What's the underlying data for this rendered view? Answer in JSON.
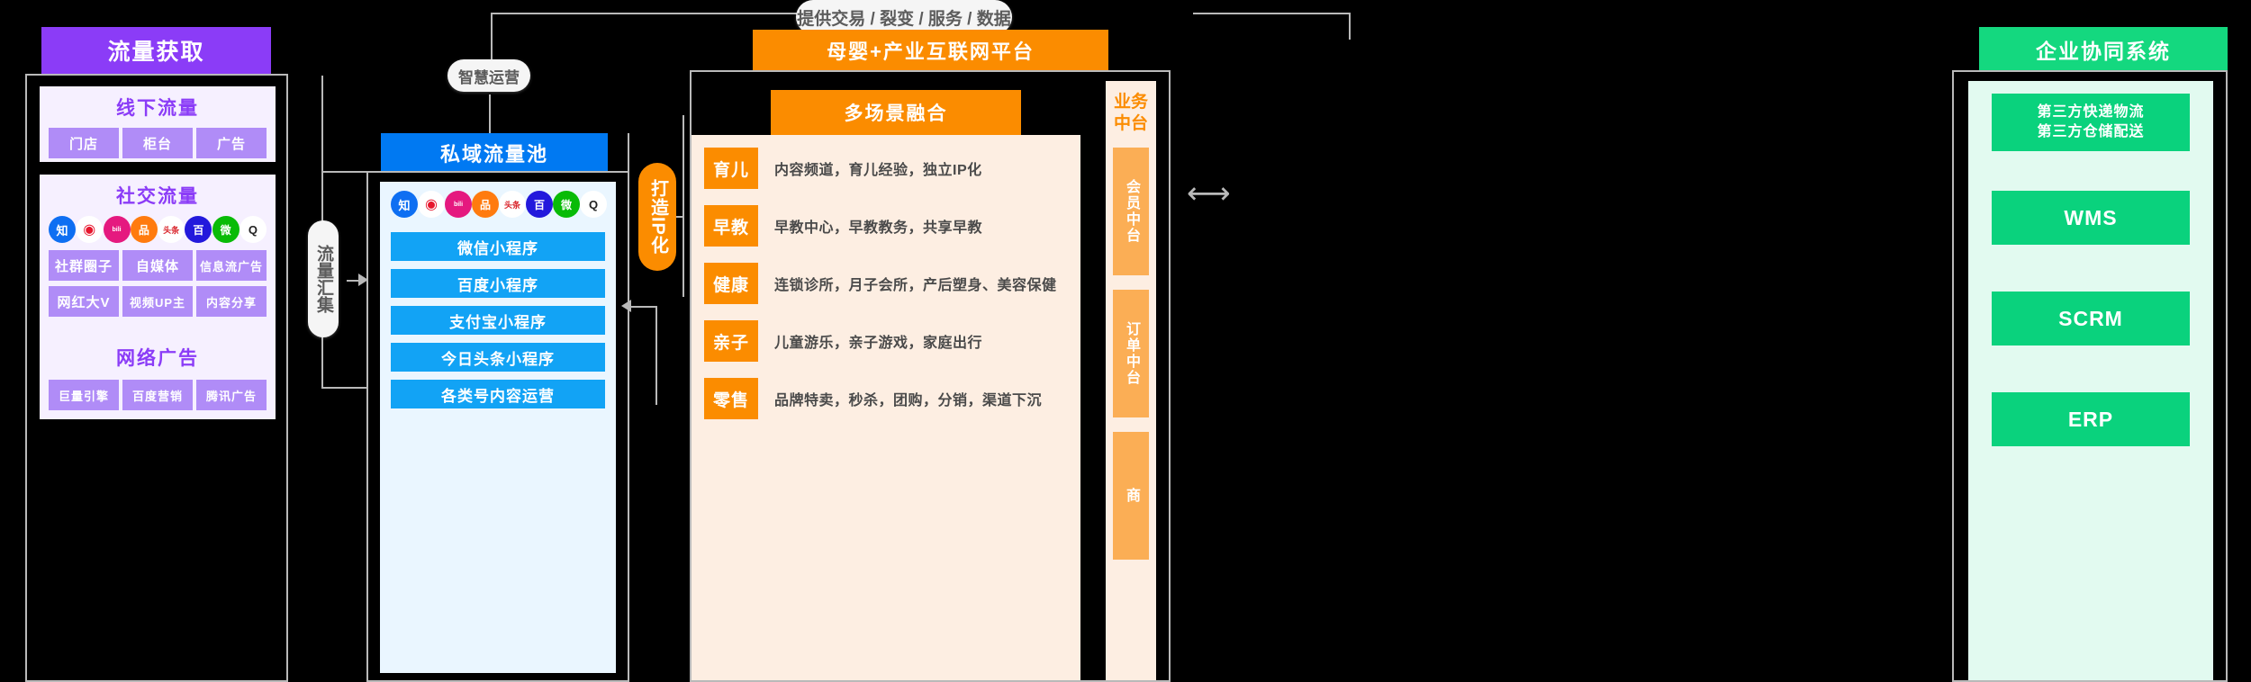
{
  "diagram": {
    "title_left": "流量获取",
    "title_pool": "私域流量池",
    "title_platform": "母婴+产业互联网平台",
    "title_enterprise": "企业协同系统"
  },
  "connectors": {
    "top_label": "提供交易 / 裂变 / 服务 / 数据",
    "smart_ops_label": "智慧运营",
    "aggregate_label": "流量汇集",
    "build_ip_label": "打造IP化",
    "exchange_icon": "double-arrow-icon",
    "flow_arrow_icon": "arrow-right-icon"
  },
  "left_column": {
    "header": "流量获取",
    "groups": [
      {
        "title": "线下流量",
        "rows": [
          [
            "门店",
            "柜台",
            "广告"
          ]
        ]
      },
      {
        "title": "社交流量",
        "icons": [
          {
            "name": "zhihu-icon",
            "label": "知",
            "bg": "#0e6ff2",
            "fg": "#ffffff"
          },
          {
            "name": "weibo-icon",
            "label": "◉",
            "bg": "#ffffff",
            "fg": "#e6162d"
          },
          {
            "name": "bilibili-icon",
            "label": "bilibili",
            "bg": "#e5197f",
            "fg": "#ffffff"
          },
          {
            "name": "kuaishou-icon",
            "label": "品",
            "bg": "#ff7b0f",
            "fg": "#ffffff"
          },
          {
            "name": "toutiao-icon",
            "label": "头条",
            "bg": "#ffffff",
            "fg": "#d9232a"
          },
          {
            "name": "baidu-icon",
            "label": "百",
            "bg": "#2319dc",
            "fg": "#ffffff"
          },
          {
            "name": "wechat-icon",
            "label": "微",
            "bg": "#09bb07",
            "fg": "#ffffff"
          },
          {
            "name": "qq-icon",
            "label": "Q",
            "bg": "#ffffff",
            "fg": "#222222"
          }
        ],
        "rows": [
          [
            "社群圈子",
            "自媒体",
            "信息流广告"
          ],
          [
            "网红大V",
            "视频UP主",
            "内容分享"
          ]
        ]
      },
      {
        "title": "网络广告",
        "rows": [
          [
            "巨量引擎",
            "百度营销",
            "腾讯广告"
          ]
        ]
      }
    ]
  },
  "pool_column": {
    "header": "私域流量池",
    "icons": [
      {
        "name": "zhihu-icon",
        "label": "知",
        "bg": "#0e6ff2",
        "fg": "#ffffff"
      },
      {
        "name": "weibo-icon",
        "label": "◉",
        "bg": "#ffffff",
        "fg": "#e6162d"
      },
      {
        "name": "bilibili-icon",
        "label": "bilibili",
        "bg": "#e5197f",
        "fg": "#ffffff"
      },
      {
        "name": "kuaishou-icon",
        "label": "品",
        "bg": "#ff7b0f",
        "fg": "#ffffff"
      },
      {
        "name": "toutiao-icon",
        "label": "头条",
        "bg": "#ffffff",
        "fg": "#d9232a"
      },
      {
        "name": "baidu-icon",
        "label": "百",
        "bg": "#2319dc",
        "fg": "#ffffff"
      },
      {
        "name": "wechat-icon",
        "label": "微",
        "bg": "#09bb07",
        "fg": "#ffffff"
      },
      {
        "name": "qq-icon",
        "label": "Q",
        "bg": "#ffffff",
        "fg": "#222222"
      }
    ],
    "items": [
      "微信小程序",
      "百度小程序",
      "支付宝小程序",
      "今日头条小程序",
      "各类号内容运营"
    ]
  },
  "platform_column": {
    "header": "母婴+产业互联网平台",
    "sub_header": "多场景融合",
    "scenarios": [
      {
        "tag": "育儿",
        "desc": "内容频道，育儿经验，独立IP化"
      },
      {
        "tag": "早教",
        "desc": "早教中心，早教教务，共享早教"
      },
      {
        "tag": "健康",
        "desc": "连锁诊所，月子会所，产后塑身、美容保健"
      },
      {
        "tag": "亲子",
        "desc": "儿童游乐，亲子游戏，家庭出行"
      },
      {
        "tag": "零售",
        "desc": "品牌特卖，秒杀，团购，分销，渠道下沉"
      }
    ],
    "middle_platform": {
      "title": "业务中台",
      "items": [
        "会员中台",
        "订单中台",
        "商"
      ]
    }
  },
  "enterprise_column": {
    "header": "企业协同系统",
    "items": [
      "第三方快递物流\n第三方仓储配送",
      "WMS",
      "SCRM",
      "ERP"
    ]
  },
  "colors": {
    "purple": "#8b3cf7",
    "purple_light": "#b08cf7",
    "purple_panel": "#f6f0ff",
    "blue": "#0079f2",
    "blue_light": "#12a3f5",
    "blue_panel": "#eaf6ff",
    "orange": "#fb8c00",
    "orange_light": "#fbae55",
    "orange_panel": "#fdeee2",
    "green": "#14d87f",
    "green_light": "#0ad27d",
    "green_panel": "#e2faf0",
    "line": "#b9b9b9",
    "background": "#000000"
  }
}
